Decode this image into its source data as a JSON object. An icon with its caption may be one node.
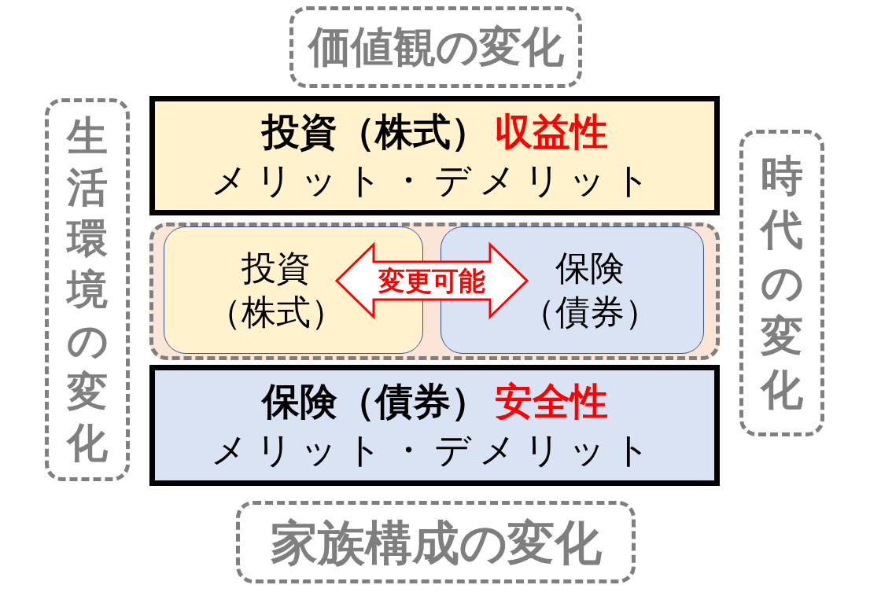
{
  "diagram": {
    "nodes": [
      {
        "text": [
          "価値観の変化"
        ]
      },
      {
        "text": [
          "生活環境の変化"
        ]
      },
      {
        "text": [
          "投資（株式）",
          "収益性",
          "メリット・デメリット"
        ]
      },
      {
        "text": [
          "時代の変化"
        ]
      },
      {
        "text": [],
        "shape": "box"
      },
      {
        "text": [
          "投資（株式）"
        ],
        "in": 4
      },
      {
        "text": [
          "保険（債券）"
        ],
        "in": 4
      },
      {
        "text": [
          "保険（債券）",
          "安全性",
          "メリット・デメリット"
        ]
      },
      {
        "text": [
          "家族構成の変化"
        ]
      }
    ],
    "edges": [
      {
        "from": 5,
        "to": 6,
        "arrow": "both",
        "label": "変更可能",
        "color": "#ff0000"
      }
    ]
  }
}
